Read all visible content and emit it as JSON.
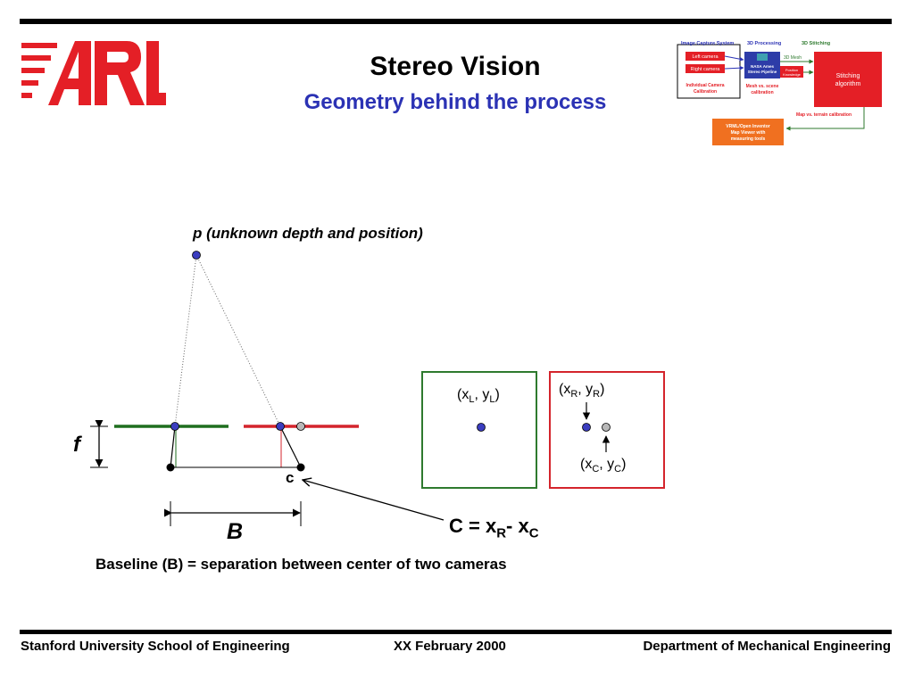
{
  "colors": {
    "brand_red": "#e41f26",
    "title_blue": "#2b32b4",
    "green": "#2e7a2e",
    "red": "#d4242c",
    "point_blue": "#3b3dbf",
    "point_gray": "#b8b8b8",
    "flow_orange": "#f07020"
  },
  "logo": {
    "text": "ARL"
  },
  "title": {
    "main": "Stereo Vision",
    "sub": "Geometry behind the process"
  },
  "flow": {
    "headers": {
      "capture": "Image Capture System",
      "processing": "3D Processing",
      "stitching": "3D Stitching"
    },
    "left_camera": "Left camera",
    "right_camera": "Right camera",
    "pipeline": [
      "NASA Ames",
      "Stereo Pipeline"
    ],
    "mesh_label": "3D Mesh",
    "position": [
      "Position",
      "Knowledge"
    ],
    "stitching": [
      "Stitching",
      "algorithm"
    ],
    "calibration": [
      "Individual Camera",
      "Calibration"
    ],
    "mesh_calibration": [
      "Mesh vs. scene",
      "calibration"
    ],
    "map_calibration": "Map vs. terrain calibration",
    "viewer": [
      "VRML/Open Inventor",
      "Map Viewer with",
      "measuring tools"
    ]
  },
  "figure": {
    "point_label": "p (unknown depth and position)",
    "focal_label": "f",
    "c_label": "c",
    "baseline_label": "B",
    "caption": "Baseline (B) = separation between center of two cameras",
    "left_coord": {
      "x": "x",
      "x_sub": "L",
      "y": "y",
      "y_sub": "L"
    },
    "right_coord": {
      "x": "x",
      "x_sub": "R",
      "y": "y",
      "y_sub": "R"
    },
    "center_coord": {
      "x": "x",
      "x_sub": "C",
      "y": "y",
      "y_sub": "C"
    },
    "equation": {
      "lhs": "C = x",
      "sub1": "R",
      "mid": "- x",
      "sub2": "C"
    }
  },
  "footer": {
    "left": "Stanford University School of Engineering",
    "center": "XX February 2000",
    "right": "Department of Mechanical Engineering"
  }
}
